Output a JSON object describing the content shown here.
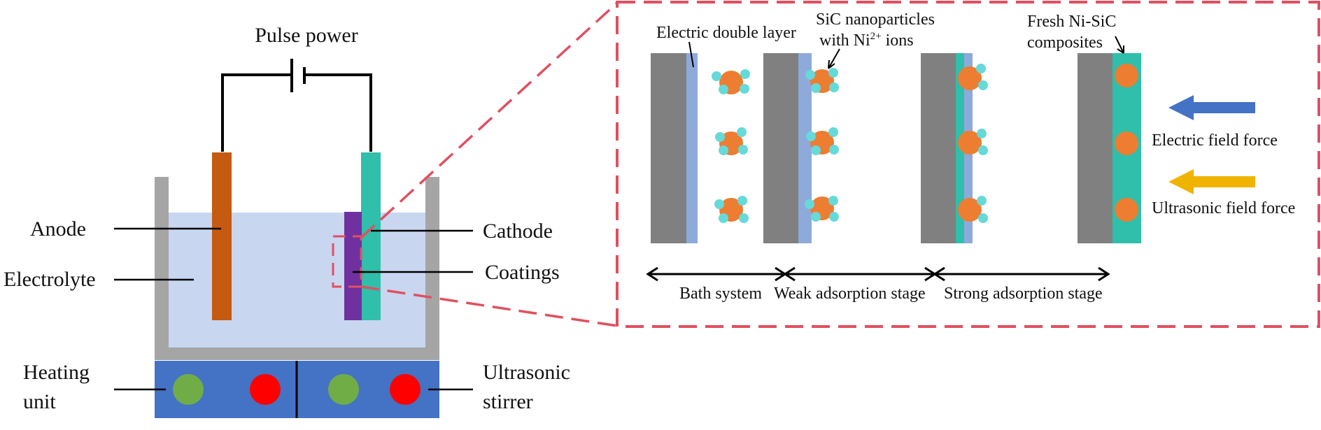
{
  "left_diagram": {
    "power_label": "Pulse power",
    "anode_label": "Anode",
    "electrolyte_label": "Electrolyte",
    "cathode_label": "Cathode",
    "coatings_label": "Coatings",
    "heating_label_line1": "Heating",
    "heating_label_line2": "unit",
    "stirrer_label_line1": "Ultrasonic",
    "stirrer_label_line2": "stirrer"
  },
  "zoom_panel": {
    "edl_label": "Electric double layer",
    "sic_label_line1": "SiC nanoparticles",
    "sic_label_line2_prefix": "with Ni",
    "sic_label_superscript": "2+",
    "sic_label_line2_suffix": " ions",
    "fresh_label_line1": "Fresh Ni-SiC",
    "fresh_label_line2": "composites",
    "electric_force_label": "Electric field force",
    "ultrasonic_force_label": "Ultrasonic field force",
    "stage_labels": [
      "Bath system",
      "Weak adsorption stage",
      "Strong adsorption stage"
    ]
  },
  "colors": {
    "anode": "#c55a11",
    "cathode": "#2fbfaa",
    "coating": "#7030a0",
    "electrolyte": "#c8d6f0",
    "tank": "#a5a5a5",
    "base_unit": "#4472c4",
    "heater_dot": "#70ad47",
    "stirrer_dot": "#ff0000",
    "substrate": "#808080",
    "double_layer": "#8eaadb",
    "particle": "#ed7d31",
    "ion": "#66d9d9",
    "zoom_border": "#e05060",
    "electric_arrow": "#4472c4",
    "ultrasonic_arrow": "#f0b400"
  }
}
